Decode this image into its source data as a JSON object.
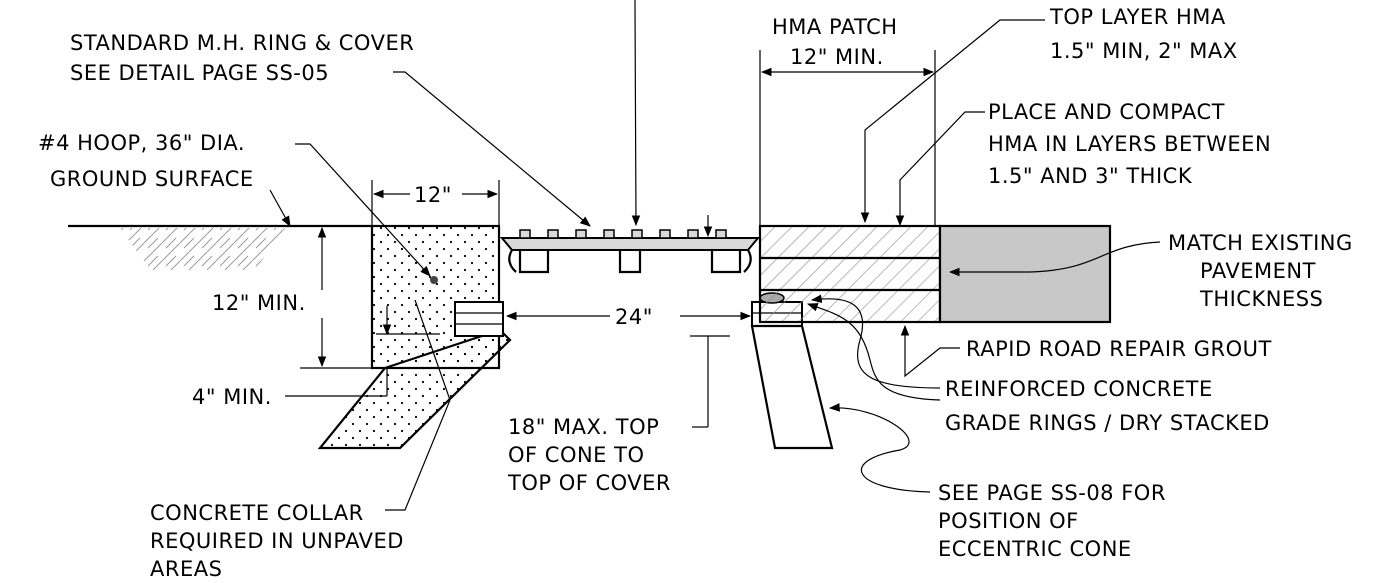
{
  "labels": {
    "hma_patch": "HMA PATCH",
    "hma_patch_min": "12\" MIN.",
    "top_layer_1": "TOP LAYER HMA",
    "top_layer_2": "1.5\" MIN, 2\" MAX",
    "place_compact_1": "PLACE AND COMPACT",
    "place_compact_2": "HMA IN LAYERS BETWEEN",
    "place_compact_3": "1.5\" AND 3\" THICK",
    "ring_cover_1": "STANDARD M.H. RING & COVER",
    "ring_cover_2": "SEE DETAIL PAGE SS-05",
    "hoop": "#4 HOOP, 36\" DIA.",
    "ground_surface": "GROUND SURFACE",
    "dim_12": "12\"",
    "dim_12_min": "12\" MIN.",
    "dim_24": "24\"",
    "dim_4_min": "4\" MIN.",
    "match_1": "MATCH EXISTING",
    "match_2": "PAVEMENT",
    "match_3": "THICKNESS",
    "grout": "RAPID ROAD REPAIR GROUT",
    "reinforced_1": "REINFORCED CONCRETE",
    "reinforced_2": "GRADE RINGS / DRY STACKED",
    "max_18_1": "18\" MAX. TOP",
    "max_18_2": "OF CONE TO",
    "max_18_3": "TOP OF COVER",
    "see_ss08_1": "SEE PAGE SS-08 FOR",
    "see_ss08_2": "POSITION OF",
    "see_ss08_3": "ECCENTRIC CONE",
    "collar_1": "CONCRETE COLLAR",
    "collar_2": "REQUIRED IN UNPAVED",
    "collar_3": "AREAS"
  },
  "colors": {
    "line": "#000000",
    "pavement_fill": "#c8c8c8",
    "hatch": "#8c8c8c"
  }
}
